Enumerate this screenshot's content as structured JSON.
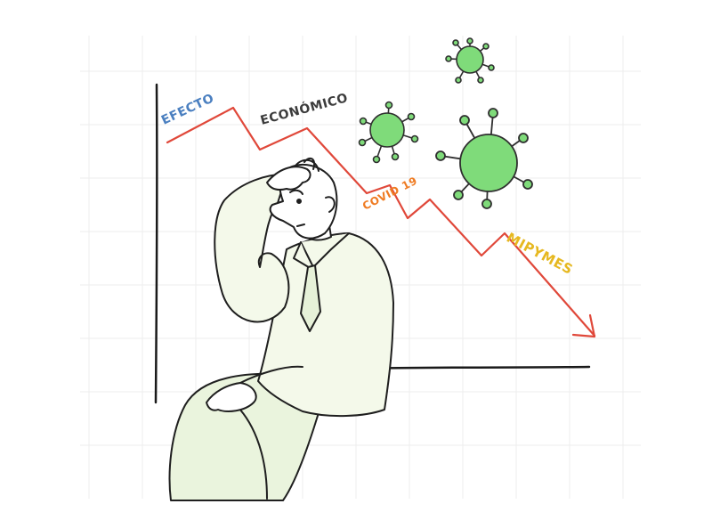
{
  "labels": {
    "efecto": "EFECTO",
    "economico": "ECONÓMICO",
    "covid": "COVID 19",
    "mipymes": "MIPYMES"
  },
  "colors": {
    "background": "#ffffff",
    "grid": "#ededed",
    "axis": "#1a1a1a",
    "trend_line": "#e0483a",
    "virus_fill": "#7fdb7a",
    "virus_stroke": "#2f2f2f",
    "efecto_text": "#4a7fc0",
    "economico_text": "#3c3c3c",
    "covid_text": "#ef7b22",
    "mipymes_text": "#e6b820",
    "shirt": "#f4f9ea",
    "skin": "#ffffff"
  }
}
